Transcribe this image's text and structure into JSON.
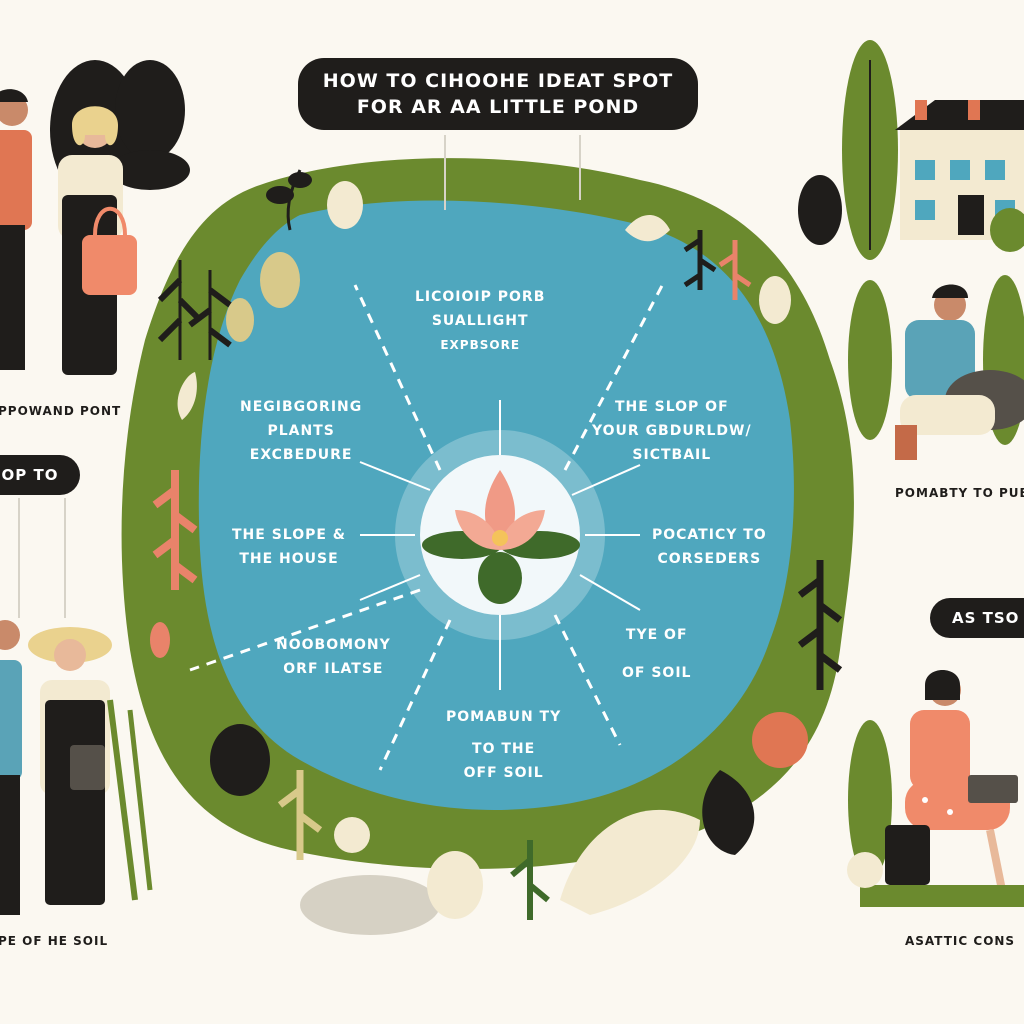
{
  "title": {
    "line1": "HOW TO CIHOOHE IDEAT SPOT",
    "line2": "FOR AR AA LITTLE POND"
  },
  "labels": {
    "top": [
      "LICOIOIP PORB",
      "SUALLIGHT",
      "EXPBSORE"
    ],
    "upper_left": [
      "NEGIBGORING",
      "PLANTS",
      "EXCBEDURE"
    ],
    "upper_right": [
      "THE SLOP OF",
      "YOUR GBDURLDW/",
      "SICTBAIL"
    ],
    "mid_left": [
      "THE SLOPE &",
      "THE HOUSE"
    ],
    "mid_right": [
      "POCATICY TO",
      "CORSEDERS"
    ],
    "lower_left": [
      "NOOBOMONY",
      "ORF ILATSE"
    ],
    "lower_right": [
      "TYE OF",
      "OF SOIL"
    ],
    "bottom": [
      "POMABUN TY",
      "TO THE",
      "OFF SOIL"
    ]
  },
  "side_pills": {
    "left": "OP TO",
    "right": "AS TSO"
  },
  "captions": {
    "top_left": "PPOWAND PONT",
    "bottom_left": "PE OF HE SOIL",
    "right_middle": "POMABTY TO PUB",
    "bottom_right": "ASATTIC CONS"
  },
  "colors": {
    "pond": "#4fa7be",
    "grass": "#6b8a2e",
    "accent": "#e9836a",
    "dark": "#1f1d1b"
  }
}
